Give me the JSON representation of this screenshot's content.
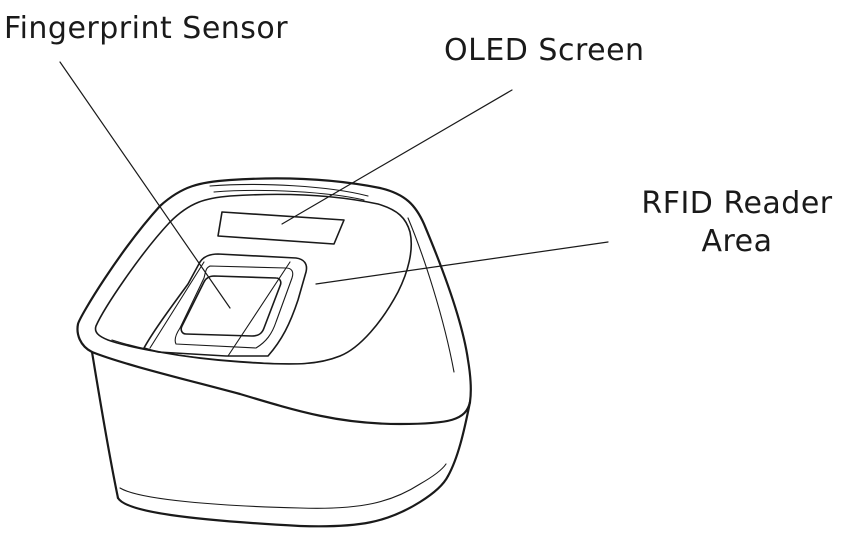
{
  "diagram": {
    "callouts": [
      {
        "id": "fingerprint",
        "text": "Fingerprint Sensor"
      },
      {
        "id": "oled",
        "text": "OLED Screen"
      },
      {
        "id": "rfid",
        "lines": [
          "RFID Reader",
          "Area"
        ]
      }
    ],
    "colors": {
      "line": "#1a1a1a",
      "background": "#ffffff"
    }
  }
}
